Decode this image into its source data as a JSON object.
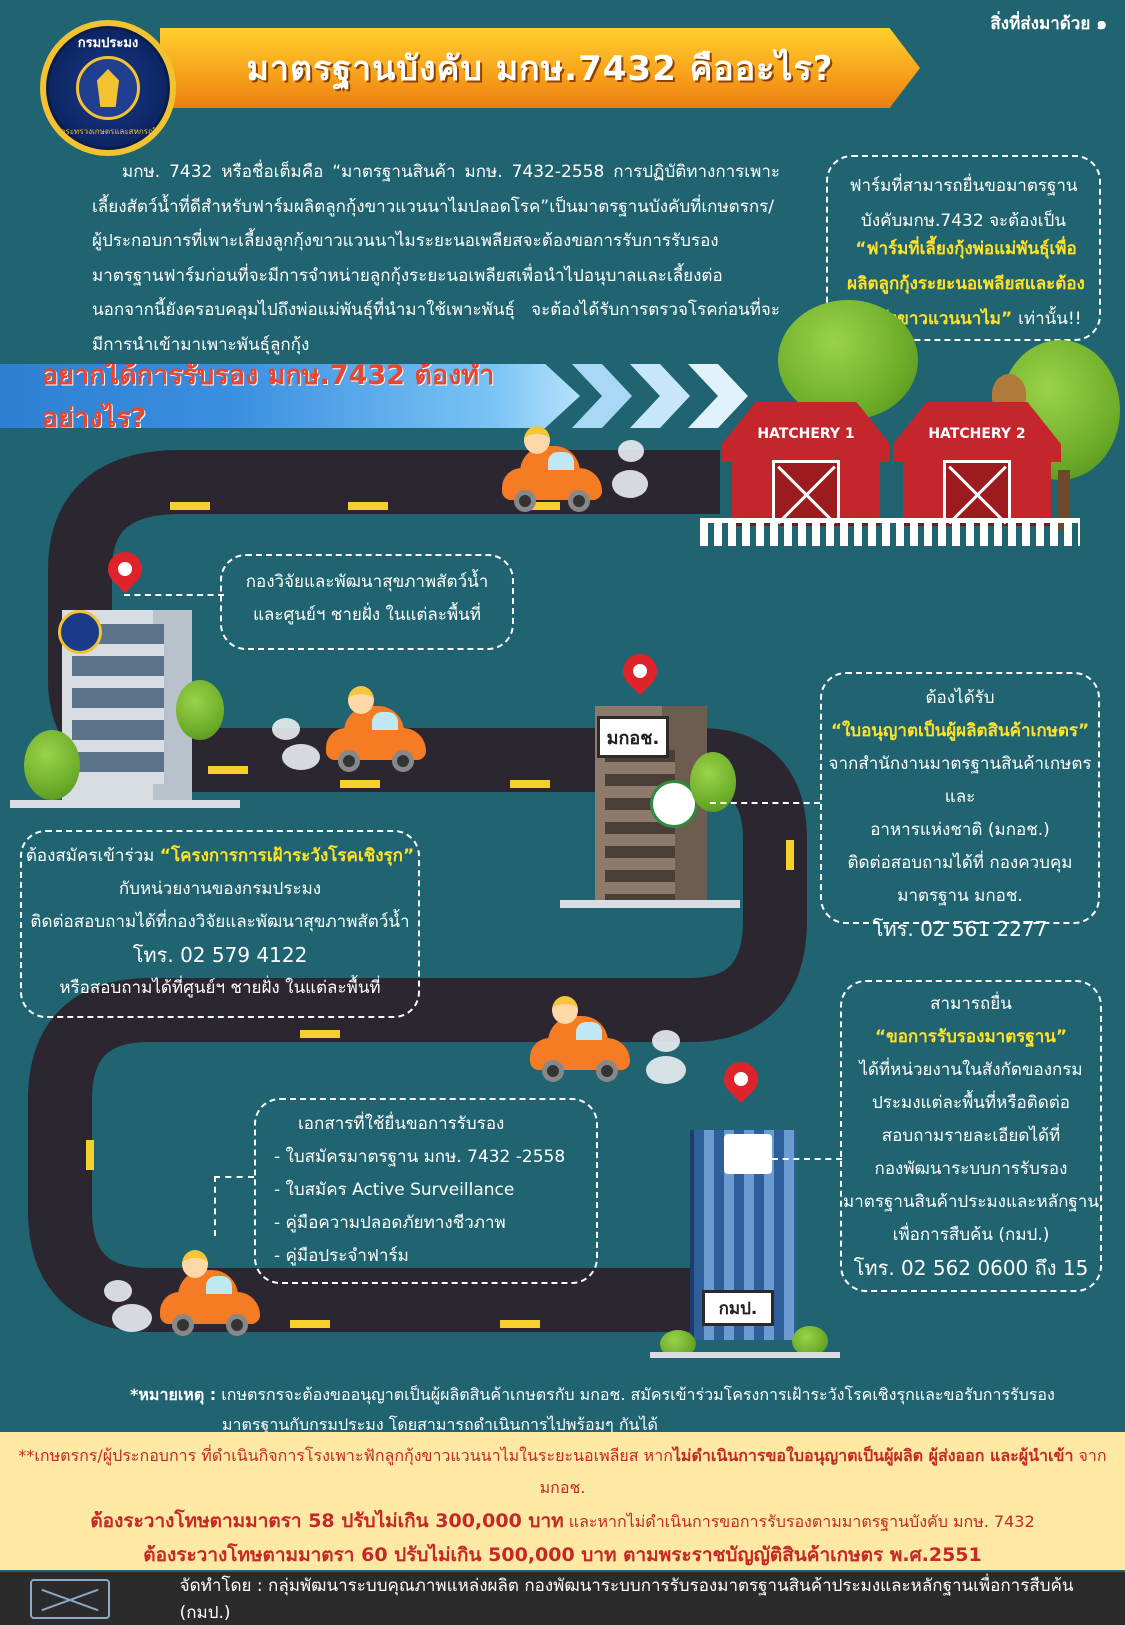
{
  "header": {
    "top_note": "สิ่งที่ส่งมาด้วย ๑",
    "logo_top": "กรมประมง",
    "logo_bottom": "กระทรวงเกษตรและสหกรณ์",
    "title": "มาตรฐานบังคับ มกษ.7432 คืออะไร?"
  },
  "intro": "มกษ. 7432 หรือชื่อเต็มคือ “มาตรฐานสินค้า มกษ. 7432-2558 การปฏิบัติทางการเพาะเลี้ยงสัตว์น้ำที่ดีสำหรับฟาร์มผลิตลูกกุ้งขาวแวนนาไมปลอดโรค”เป็นมาตรฐานบังคับที่เกษตรกร/ผู้ประกอบการที่เพาะเลี้ยงลูกกุ้งขาวแวนนาไมระยะนอเพลียสจะต้องขอการรับการรับรองมาตรฐานฟาร์มก่อนที่จะมีการจำหน่ายลูกกุ้งระยะนอเพลียสเพื่อนำไปอนุบาลและเลี้ยงต่อ นอกจากนี้ยังครอบคลุมไปถึงพ่อแม่พันธุ์ที่นำมาใช้เพาะพันธุ์ จะต้องได้รับการตรวจโรคก่อนที่จะมีการนำเข้ามาเพาะพันธุ์ลูกกุ้ง",
  "farm_callout": {
    "line1": "ฟาร์มที่สามารถยื่นขอมาตรฐาน",
    "line2": "บังคับมกษ.7432 จะต้องเป็น",
    "highlight": "“ฟาร์มที่เลี้ยงกุ้งพ่อแม่พันธุ์เพื่อผลิตลูกกุ้งระยะนอเพลียสและต้องเป็นกุ้งขาวแวนนาไม”",
    "suffix": "เท่านั้น!!"
  },
  "section_banner": "อยากได้การรับรอง มกษ.7432 ต้องทำอย่างไร?",
  "barns": [
    "HATCHERY 1",
    "HATCHERY 2"
  ],
  "step_research": {
    "line1": "กองวิจัยและพัฒนาสุขภาพสัตว์น้ำ",
    "line2": "และศูนย์ฯ ชายฝั่ง ในแต่ละพื้นที่"
  },
  "step_surveillance": {
    "prefix": "ต้องสมัครเข้าร่วม",
    "highlight": "“โครงการการเฝ้าระวังโรคเชิงรุก”",
    "line2": "กับหน่วยงานของกรมประมง",
    "line3": "ติดต่อสอบถามได้ที่กองวิจัยและพัฒนาสุขภาพสัตว์น้ำ",
    "phone": "โทร. 02 579 4122",
    "line5": "หรือสอบถามได้ที่ศูนย์ฯ ชายฝั่ง ในแต่ละพื้นที่"
  },
  "acfs_building_label": "มกอช.",
  "step_license": {
    "line1": "ต้องได้รับ",
    "highlight": "“ใบอนุญาตเป็นผู้ผลิตสินค้าเกษตร”",
    "line3": "จากสำนักงานมาตรฐานสินค้าเกษตรและ",
    "line4": "อาหารแห่งชาติ (มกอช.)",
    "line5": "ติดต่อสอบถามได้ที่ กองควบคุม",
    "line6": "มาตรฐาน มกอช.",
    "phone": "โทร. 02 561 2277"
  },
  "step_apply": {
    "line1": "สามารถยื่น",
    "highlight": "“ขอการรับรองมาตรฐาน”",
    "line3": "ได้ที่หน่วยงานในสังกัดของกรม",
    "line4": "ประมงแต่ละพื้นที่หรือติดต่อ",
    "line5": "สอบถามรายละเอียดได้ที่",
    "line6": "กองพัฒนาระบบการรับรอง",
    "line7": "มาตรฐานสินค้าประมงและหลักฐาน",
    "line8": "เพื่อการสืบค้น (กมป.)",
    "phone": "โทร. 02 562 0600 ถึง 15"
  },
  "documents": {
    "title": "เอกสารที่ใช้ยื่นขอการรับรอง",
    "items": [
      "- ใบสมัครมาตรฐาน มกษ. 7432 -2558",
      "- ใบสมัคร Active Surveillance",
      "- คู่มือความปลอดภัยทางชีวภาพ",
      "- คู่มือประจำฟาร์ม"
    ]
  },
  "kmp_building_label": "กมป.",
  "note": {
    "label": "*หมายเหตุ :",
    "line1": "เกษตรกรจะต้องขออนุญาตเป็นผู้ผลิตสินค้าเกษตรกับ มกอช. สมัครเข้าร่วมโครงการเฝ้าระวังโรคเชิงรุกและขอรับการรับรอง",
    "line2": "มาตรฐานกับกรมประมง โดยสามารถดำเนินการไปพร้อมๆ กันได้"
  },
  "warning": {
    "prefix": "**เกษตรกร/ผู้ประกอบการ ที่ดำเนินกิจการโรงเพาะฟักลูกกุ้งขาวแวนนาไมในระยะนอเพลียส หาก",
    "red1": "ไม่ดำเนินการขอใบอนุญาตเป็นผู้ผลิต ผู้ส่งออก และผู้นำเข้า",
    "mid": "จาก มกอช.",
    "line2a": "ต้องระวางโทษตามมาตรา 58 ปรับไม่เกิน 300,000 บาท",
    "line2b": "และหากไม่ดำเนินการขอการรับรองตามมาตรฐานบังคับ มกษ. 7432",
    "line3": "ต้องระวางโทษตามมาตรา 60 ปรับไม่เกิน 500,000 บาท ตามพระราชบัญญัติสินค้าเกษตร พ.ศ.2551"
  },
  "footer": {
    "credit": "จัดทำโดย : กลุ่มพัฒนาระบบคุณภาพแหล่งผลิต กองพัฒนาระบบการรับรองมาตรฐานสินค้าประมงและหลักฐานเพื่อการสืบค้น (กมป.)"
  },
  "colors": {
    "background": "#1f6470",
    "road": "#2c2630",
    "highlight": "#ffe12a",
    "title_ribbon": "#f8a01a",
    "barn": "#c5262b",
    "car": "#f57b25",
    "warning_bg": "#fde9a3"
  }
}
